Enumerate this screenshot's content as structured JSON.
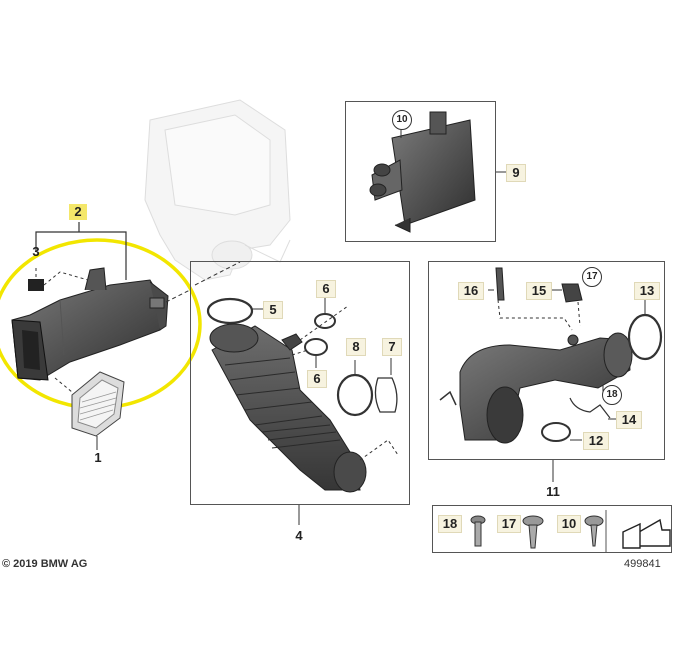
{
  "diagram": {
    "labels": {
      "p1": "1",
      "p2": "2",
      "p3": "3",
      "p4": "4",
      "p5": "5",
      "p6a": "6",
      "p6b": "6",
      "p7": "7",
      "p8": "8",
      "p9": "9",
      "p10": "10",
      "p11": "11",
      "p12": "12",
      "p13": "13",
      "p14": "14",
      "p15": "15",
      "p16": "16",
      "p17": "17",
      "p18": "18",
      "t18": "18",
      "t17": "17",
      "t10": "10"
    },
    "copyright": "© 2019 BMW AG",
    "diagram_number": "499841",
    "highlight_color": "#f2e600",
    "label_highlight_color": "#f4e76a"
  }
}
